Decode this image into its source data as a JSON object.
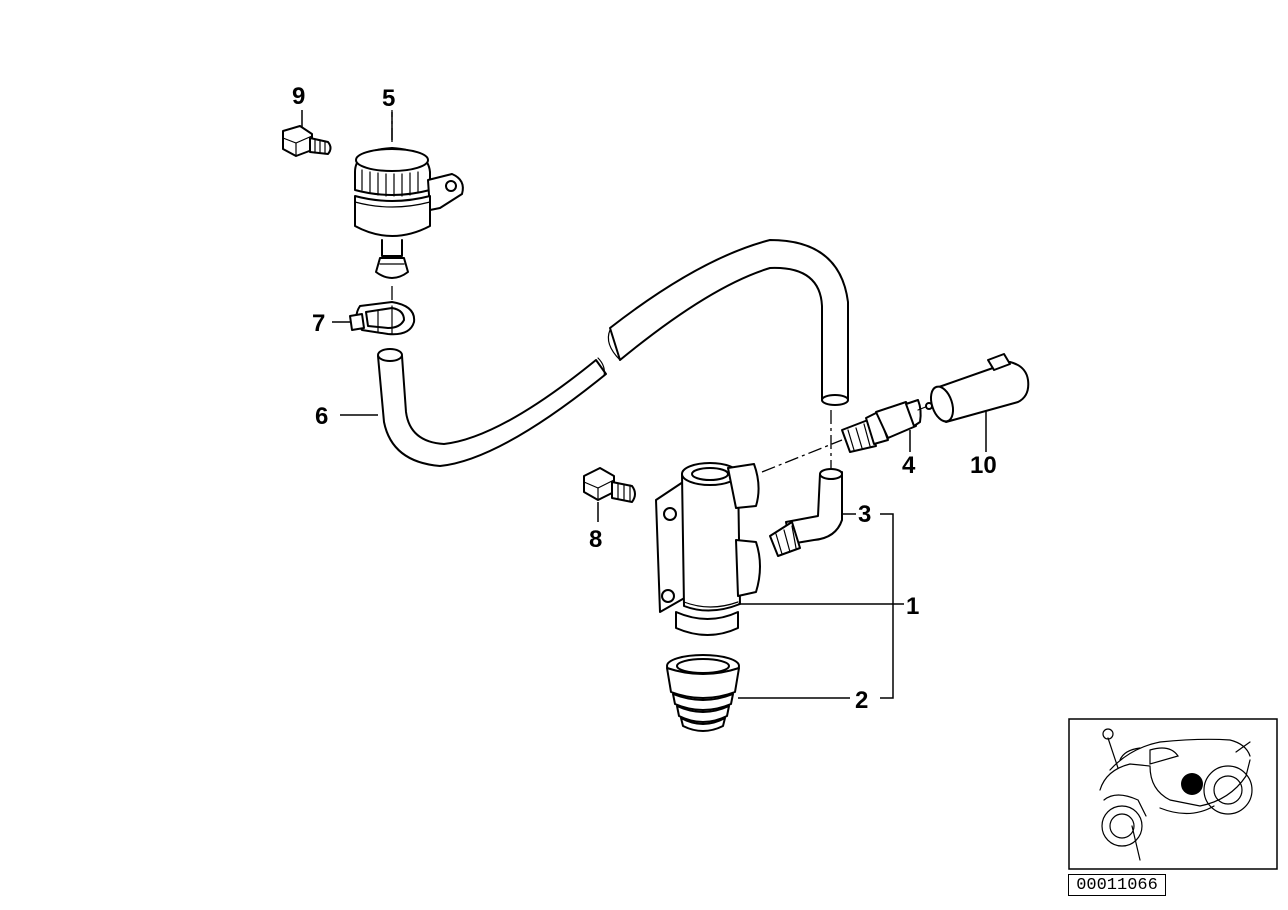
{
  "parts": {
    "p1": "1",
    "p2": "2",
    "p3": "3",
    "p4": "4",
    "p5": "5",
    "p6": "6",
    "p7": "7",
    "p8": "8",
    "p9": "9",
    "p10": "10"
  },
  "diagram_number": "00011066",
  "locator": {
    "marker_color": "#000000"
  }
}
